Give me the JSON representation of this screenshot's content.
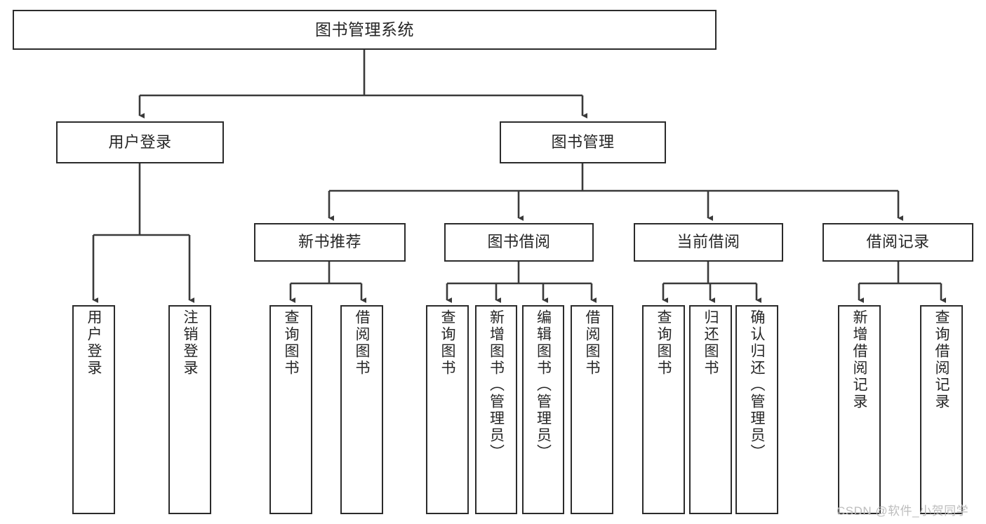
{
  "diagram": {
    "title": "图书管理系统",
    "type": "tree-hierarchy-diagram",
    "watermark": "CSDN @软件_小贺同学",
    "colors": {
      "box_border": "#2b2b2b",
      "box_fill": "#ffffff",
      "connector": "#3a3a3a",
      "text": "#262626",
      "watermark": "#bdbdbd",
      "background": "#ffffff"
    },
    "levels": {
      "root": "图书管理系统",
      "level2": [
        "用户登录",
        "图书管理"
      ],
      "level3": [
        "新书推荐",
        "图书借阅",
        "当前借阅",
        "借阅记录"
      ],
      "level4": [
        "用户登录",
        "注销登录",
        "查询图书",
        "借阅图书",
        "查询图书",
        "新增图书（管理员）",
        "编辑图书（管理员）",
        "借阅图书",
        "查询图书",
        "归还图书",
        "确认归还（管理员）",
        "新增借阅记录",
        "查询借阅记录"
      ]
    },
    "nodes": {
      "root": {
        "label": "图书管理系统"
      },
      "user_login": {
        "label": "用户登录"
      },
      "book_manage": {
        "label": "图书管理"
      },
      "new_book_rec": {
        "label": "新书推荐"
      },
      "book_borrow": {
        "label": "图书借阅"
      },
      "current_borrow": {
        "label": "当前借阅"
      },
      "borrow_record": {
        "label": "借阅记录"
      },
      "leaf_user_login": {
        "label": "用户登录"
      },
      "leaf_user_logout": {
        "label": "注销登录"
      },
      "leaf_rec_query": {
        "label": "查询图书"
      },
      "leaf_rec_borrow": {
        "label": "借阅图书"
      },
      "leaf_borrow_query": {
        "label": "查询图书"
      },
      "leaf_borrow_add": {
        "label": "新增图书（管理员）"
      },
      "leaf_borrow_edit": {
        "label": "编辑图书（管理员）"
      },
      "leaf_borrow_lend": {
        "label": "借阅图书"
      },
      "leaf_cur_query": {
        "label": "查询图书"
      },
      "leaf_cur_return": {
        "label": "归还图书"
      },
      "leaf_cur_confirm": {
        "label": "确认归还（管理员）"
      },
      "leaf_rec_add": {
        "label": "新增借阅记录"
      },
      "leaf_rec_search": {
        "label": "查询借阅记录"
      }
    }
  }
}
